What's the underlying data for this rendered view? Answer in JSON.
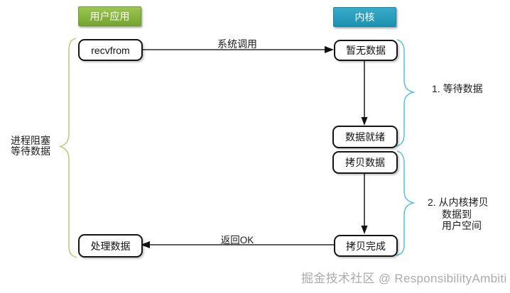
{
  "diagram": {
    "title_semantic": "blocking-io-flow",
    "headers": {
      "user_app": "用户应用",
      "kernel": "内核"
    },
    "nodes": {
      "recvfrom": "recvfrom",
      "no_data": "暂无数据",
      "data_ready": "数据就绪",
      "copy_data": "拷贝数据",
      "copy_done": "拷贝完成",
      "process_data": "处理数据"
    },
    "edge_labels": {
      "syscall": "系统调用",
      "return_ok": "返回OK"
    },
    "annotations": {
      "blocked_line1": "进程阻塞",
      "blocked_line2": "等待数据",
      "phase1": "1. 等待数据",
      "phase2_line1": "2. 从内核拷贝",
      "phase2_line2": "数据到",
      "phase2_line3": "用户空间"
    },
    "watermark": "掘金技术社区 @ ResponsibilityAmbiti",
    "colors": {
      "user_app_green": "#8bb93f",
      "kernel_blue": "#27a1c2",
      "left_brace_olive": "#bcca84",
      "right_brace_blue": "#5fbcd9",
      "arrow_black": "#2a2a2a",
      "watermark_gray": "#ababab"
    }
  }
}
